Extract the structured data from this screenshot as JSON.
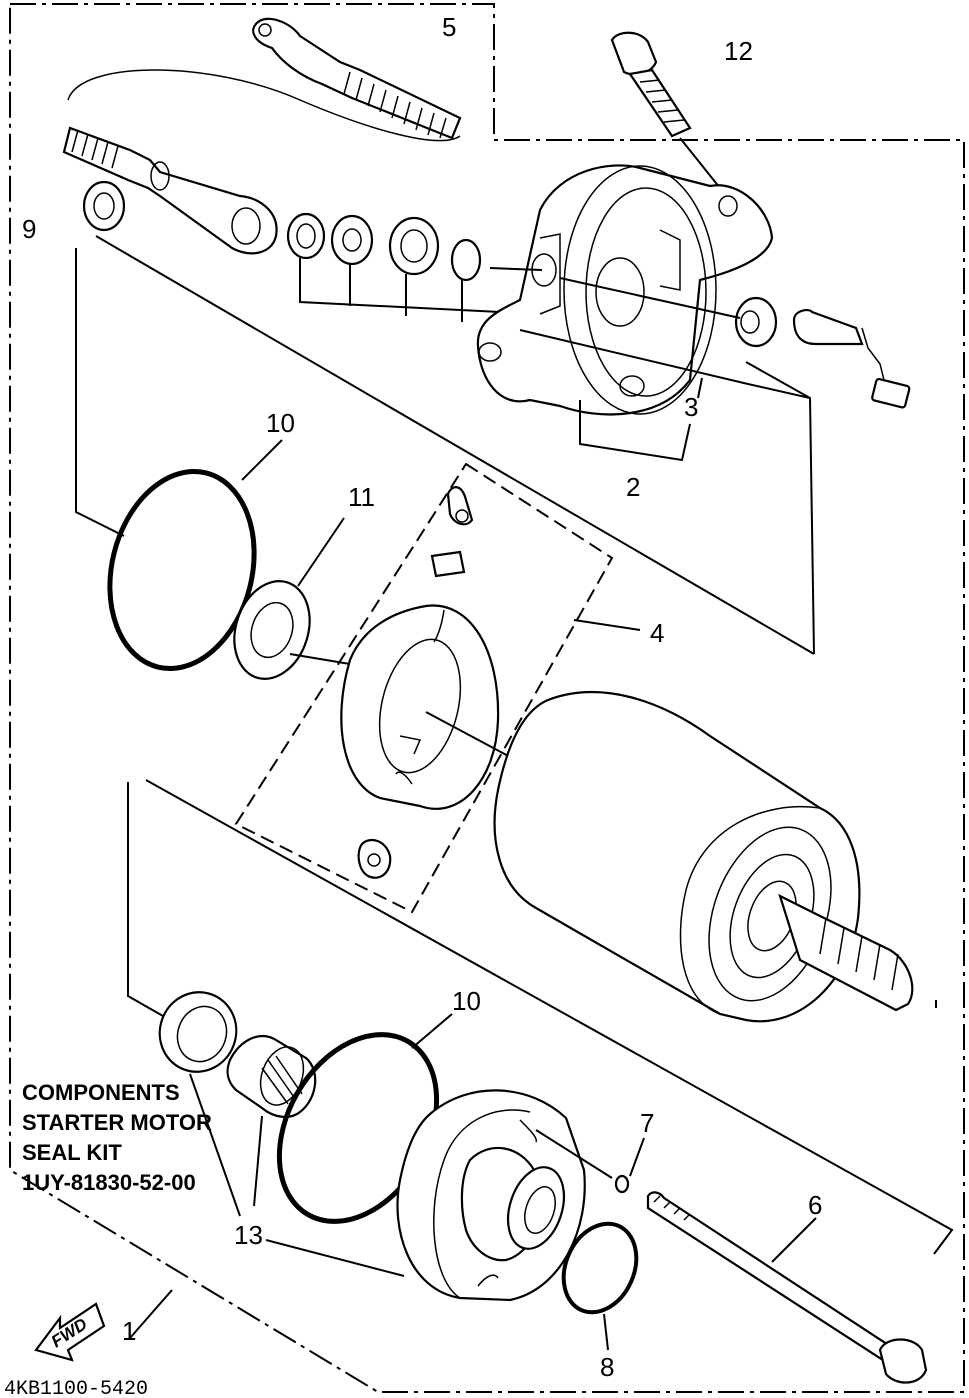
{
  "callouts": {
    "c1": "1",
    "c2": "2",
    "c3": "3",
    "c4": "4",
    "c5": "5",
    "c6": "6",
    "c7": "7",
    "c8": "8",
    "c9": "9",
    "c10_top": "10",
    "c10_bottom": "10",
    "c11": "11",
    "c12": "12",
    "c13": "13"
  },
  "kit_box": {
    "line1": "COMPONENTS",
    "line2": "STARTER MOTOR",
    "line3": "SEAL KIT",
    "line4": "1UY-81830-52-00"
  },
  "fwd_label": "FWD",
  "diagram_code": "4KB1100-5420"
}
